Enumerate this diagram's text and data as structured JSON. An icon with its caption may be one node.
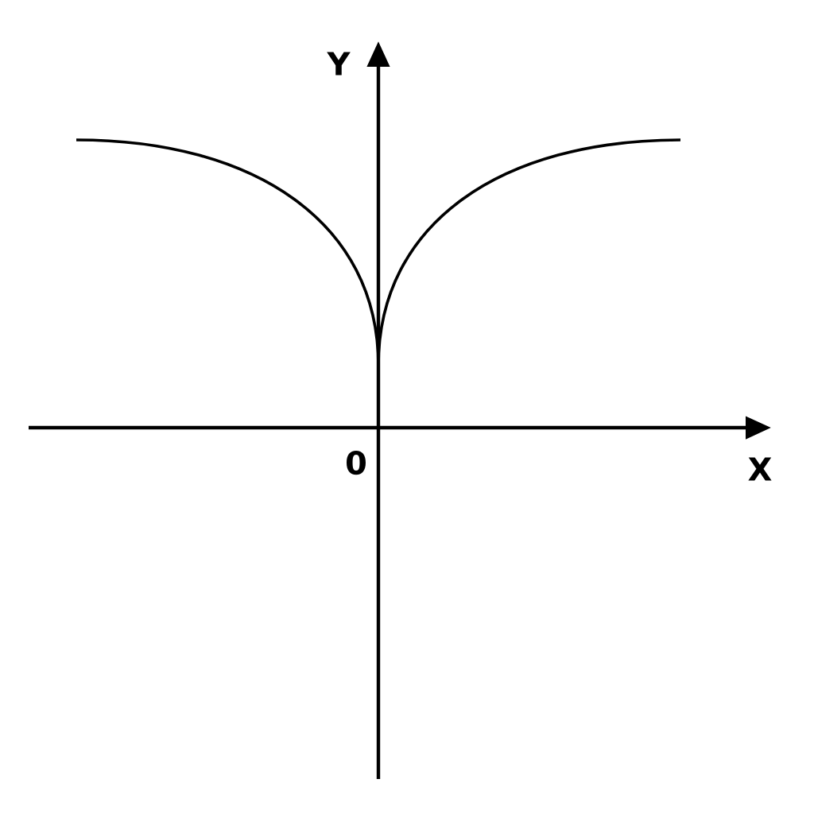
{
  "diagram": {
    "labels": [
      "Y",
      "0",
      "X"
    ]
  }
}
